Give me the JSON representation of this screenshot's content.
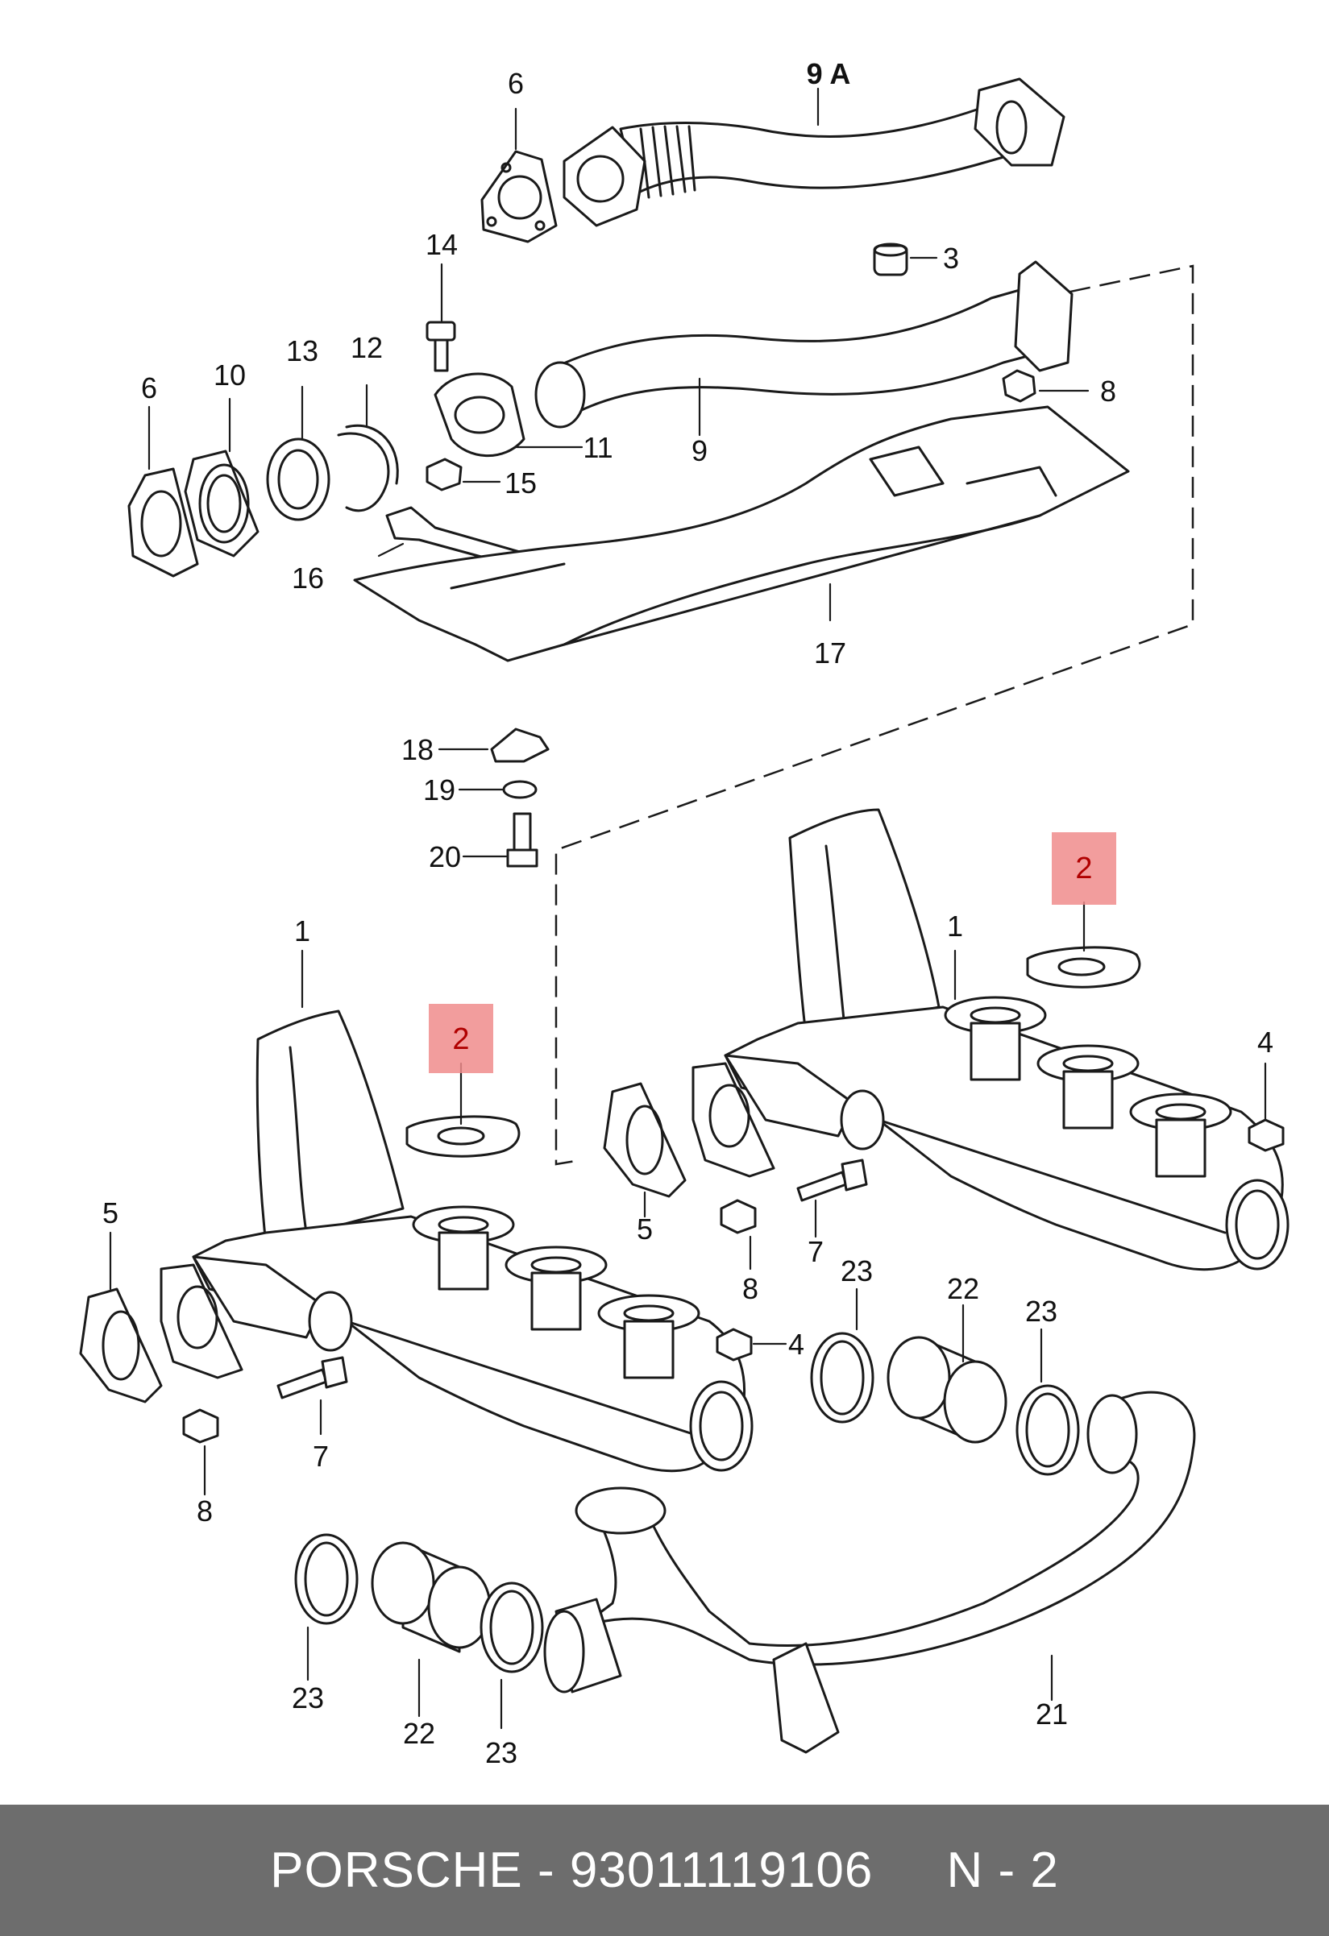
{
  "callouts": {
    "n1a": "1",
    "n1b": "1",
    "n2a": "2",
    "n2b": "2",
    "n3": "3",
    "n4a": "4",
    "n4b": "4",
    "n5a": "5",
    "n5b": "5",
    "n6a": "6",
    "n6b": "6",
    "n7a": "7",
    "n7b": "7",
    "n8a": "8",
    "n8b": "8",
    "n8c": "8",
    "n9": "9",
    "n9A": "9 A",
    "n10": "10",
    "n11": "11",
    "n12": "12",
    "n13": "13",
    "n14": "14",
    "n15": "15",
    "n16": "16",
    "n17": "17",
    "n18": "18",
    "n19": "19",
    "n20": "20",
    "n21": "21",
    "n22a": "22",
    "n22b": "22",
    "n23a": "23",
    "n23b": "23",
    "n23c": "23",
    "n23d": "23"
  },
  "highlight_color": "#f08c8c",
  "footer": {
    "text": "PORSCHE - 93011119106     N - 2",
    "background": "#6d6d6d"
  }
}
